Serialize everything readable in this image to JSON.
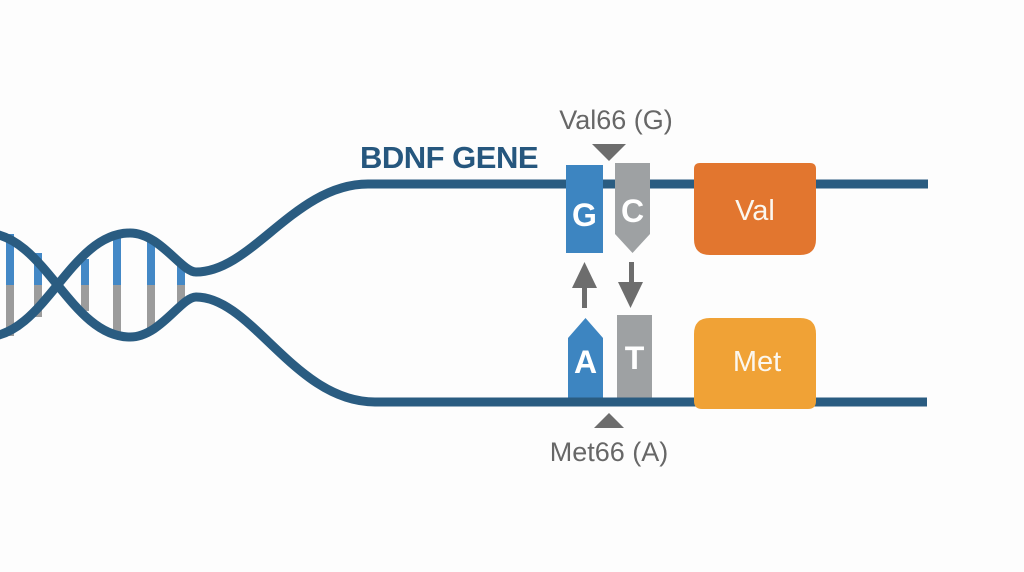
{
  "diagram": {
    "title": "BDNF GENE",
    "top_variant_label": "Val66 (G)",
    "bottom_variant_label": "Met66 (A)",
    "top_strand": {
      "bases": [
        "G",
        "C"
      ],
      "amino_acid": "Val"
    },
    "bottom_strand": {
      "bases": [
        "A",
        "T"
      ],
      "amino_acid": "Met"
    }
  },
  "colors": {
    "background": "#fdfdfd",
    "strand": "#2a5c81",
    "base_blue": "#3d85c1",
    "base_gray": "#9ea1a3",
    "rung_blue": "#4388c6",
    "rung_gray": "#9c9c9c",
    "val_orange": "#e2762f",
    "met_amber": "#f0a236",
    "pointer_gray": "#6d6d6d",
    "label_gray": "#676767",
    "title_blue": "#26577e"
  }
}
